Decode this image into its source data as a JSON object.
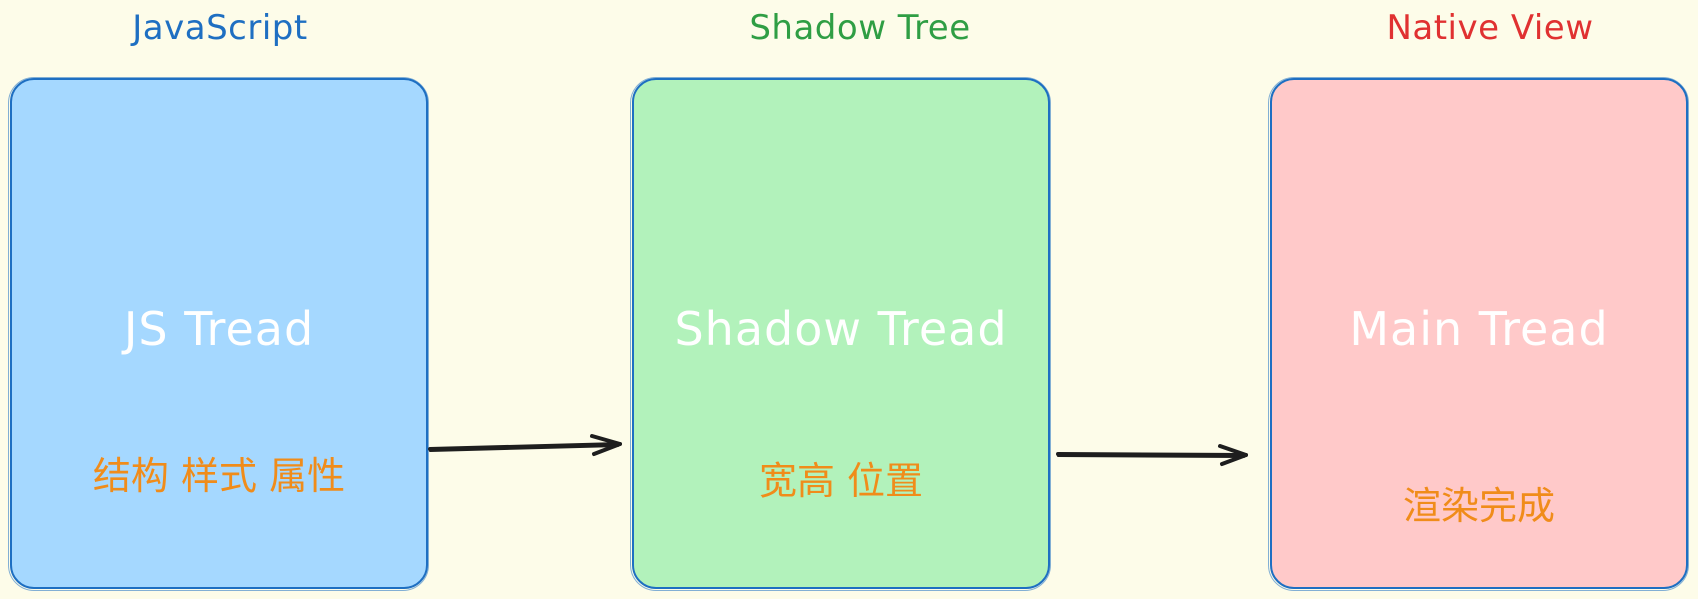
{
  "columns": [
    {
      "heading": "JavaScript",
      "heading_color": "#1e6fc2",
      "box_color": "#a5d8ff",
      "box_title": "JS Tread",
      "box_note": "结构  样式  属性"
    },
    {
      "heading": "Shadow Tree",
      "heading_color": "#2f9e44",
      "box_color": "#b2f2bb",
      "box_title": "Shadow Tread",
      "box_note": "宽高  位置"
    },
    {
      "heading": "Native View",
      "heading_color": "#e03131",
      "box_color": "#ffc9c9",
      "box_title": "Main Tread",
      "box_note": "渲染完成"
    }
  ],
  "stroke_color": "#1e1e1e",
  "note_color": "#f08c1a"
}
